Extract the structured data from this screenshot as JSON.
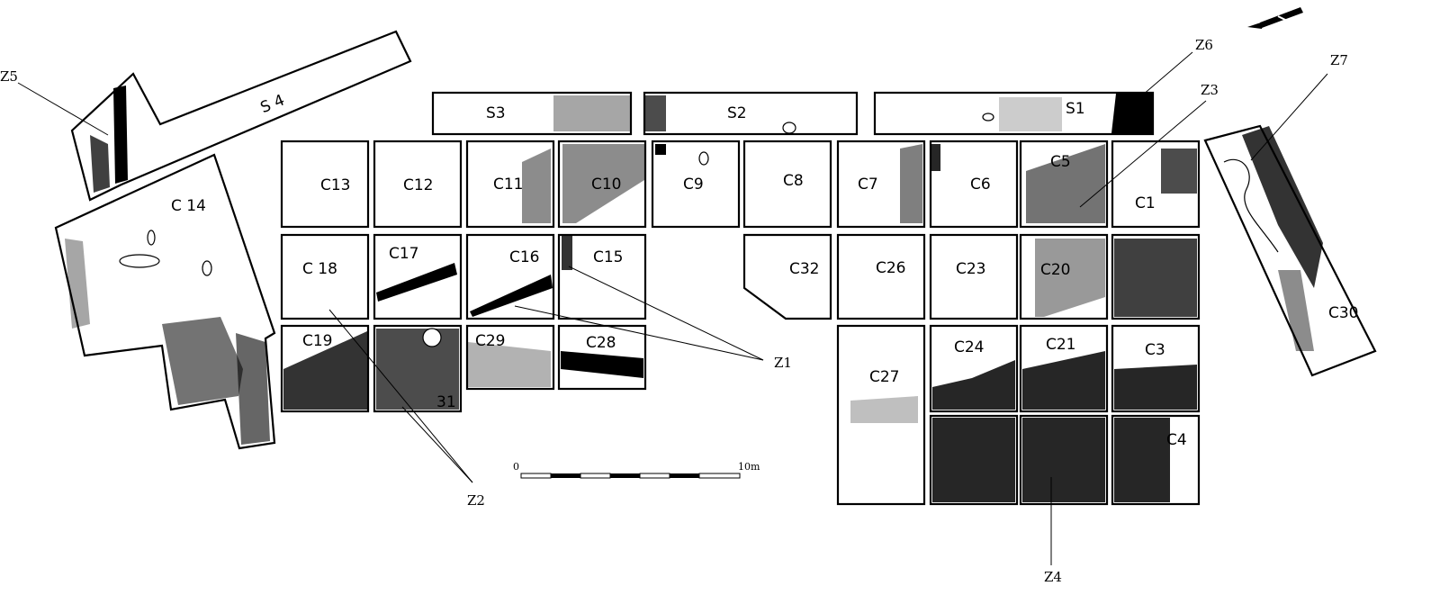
{
  "trenches": [
    {
      "id": "s4",
      "label": "S 4"
    },
    {
      "id": "s3",
      "label": "S3"
    },
    {
      "id": "s2",
      "label": "S2"
    },
    {
      "id": "s1",
      "label": "S1"
    },
    {
      "id": "c1",
      "label": "C1"
    },
    {
      "id": "c3",
      "label": "C3"
    },
    {
      "id": "c4",
      "label": "C4"
    },
    {
      "id": "c5",
      "label": "C5"
    },
    {
      "id": "c6",
      "label": "C6"
    },
    {
      "id": "c7",
      "label": "C7"
    },
    {
      "id": "c8",
      "label": "C8"
    },
    {
      "id": "c9",
      "label": "C9"
    },
    {
      "id": "c10",
      "label": "C10"
    },
    {
      "id": "c11",
      "label": "C11"
    },
    {
      "id": "c12",
      "label": "C12"
    },
    {
      "id": "c13",
      "label": "C13"
    },
    {
      "id": "c14",
      "label": "C 14"
    },
    {
      "id": "c15",
      "label": "C15"
    },
    {
      "id": "c16",
      "label": "C16"
    },
    {
      "id": "c17",
      "label": "C17"
    },
    {
      "id": "c18",
      "label": "C 18"
    },
    {
      "id": "c19",
      "label": "C19"
    },
    {
      "id": "c20",
      "label": "C20"
    },
    {
      "id": "c21",
      "label": "C21"
    },
    {
      "id": "c23",
      "label": "C23"
    },
    {
      "id": "c24",
      "label": "C24"
    },
    {
      "id": "c26",
      "label": "C26"
    },
    {
      "id": "c27",
      "label": "C27"
    },
    {
      "id": "c28",
      "label": "C28"
    },
    {
      "id": "c29",
      "label": "C29"
    },
    {
      "id": "c30",
      "label": "C30"
    },
    {
      "id": "c31",
      "label": "31"
    },
    {
      "id": "c32",
      "label": "C32"
    }
  ],
  "zones": [
    {
      "id": "z1",
      "label": "Z1"
    },
    {
      "id": "z2",
      "label": "Z2"
    },
    {
      "id": "z3",
      "label": "Z3"
    },
    {
      "id": "z4",
      "label": "Z4"
    },
    {
      "id": "z5",
      "label": "Z5"
    },
    {
      "id": "z6",
      "label": "Z6"
    },
    {
      "id": "z7",
      "label": "Z7"
    }
  ],
  "scale_bar": {
    "start_label": "0",
    "end_label": "10m",
    "length_m": 10
  },
  "north_arrow": {
    "icon": "north-arrow-icon"
  }
}
